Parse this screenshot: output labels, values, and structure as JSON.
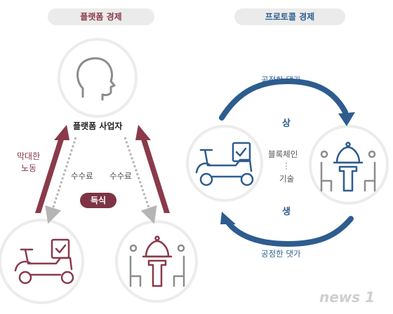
{
  "left_panel": {
    "title": "플랫폼 경제",
    "center_node": "플랫폼 사업자",
    "left_arrow_label_line1": "막대한",
    "left_arrow_label_line2": "노동",
    "fee_left": "수수료",
    "fee_right": "수수료",
    "monopoly_badge": "독식"
  },
  "right_panel": {
    "title": "프로토콜 경제",
    "top_arc_label": "공정한 댓가",
    "bottom_arc_label": "공정한 댓가",
    "top_char": "상",
    "bottom_char": "생",
    "tech_line1": "블록체인",
    "tech_line2": "기술"
  },
  "watermark": "news 1",
  "colors": {
    "maroon": "#8a3a4a",
    "blue": "#2d5d8f",
    "gray_icon": "#8c8c8c"
  }
}
